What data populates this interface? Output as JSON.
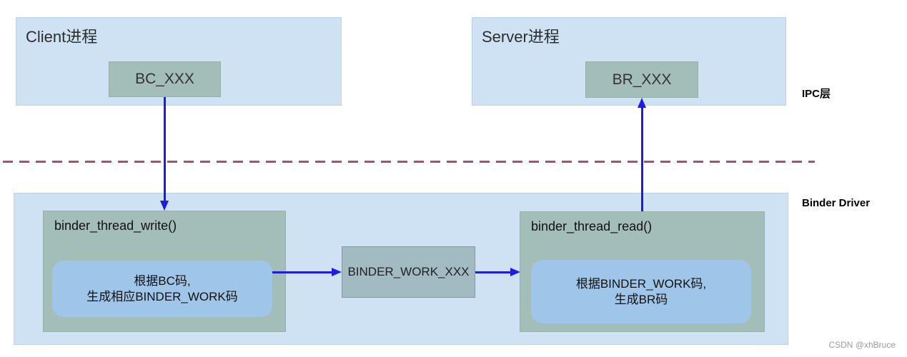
{
  "client": {
    "title": "Client进程",
    "code_box": "BC_XXX"
  },
  "server": {
    "title": "Server进程",
    "code_box": "BR_XXX"
  },
  "layers": {
    "ipc_label": "IPC层",
    "driver_label": "Binder Driver"
  },
  "driver": {
    "write": {
      "title": "binder_thread_write()",
      "note_line1": "根据BC码,",
      "note_line2": "生成相应BINDER_WORK码"
    },
    "work": {
      "label": "BINDER_WORK_XXX"
    },
    "read": {
      "title": "binder_thread_read()",
      "note_line1": "根据BINDER_WORK码,",
      "note_line2": "生成BR码"
    }
  },
  "watermark": "CSDN @xhBruce",
  "colors": {
    "container-blue": "#cfe2f3",
    "container-border": "#bdd2e6",
    "box-teal": "#a3bdb9",
    "box-teal-border": "#94b0ab",
    "inner-blue": "#9fc5e8",
    "work-fill": "#a2bac1",
    "work-border": "#839aa4",
    "arrow-blue": "#1d1de0",
    "dash-red": "#a8506e",
    "watermark-gray": "#9b9b9b"
  }
}
